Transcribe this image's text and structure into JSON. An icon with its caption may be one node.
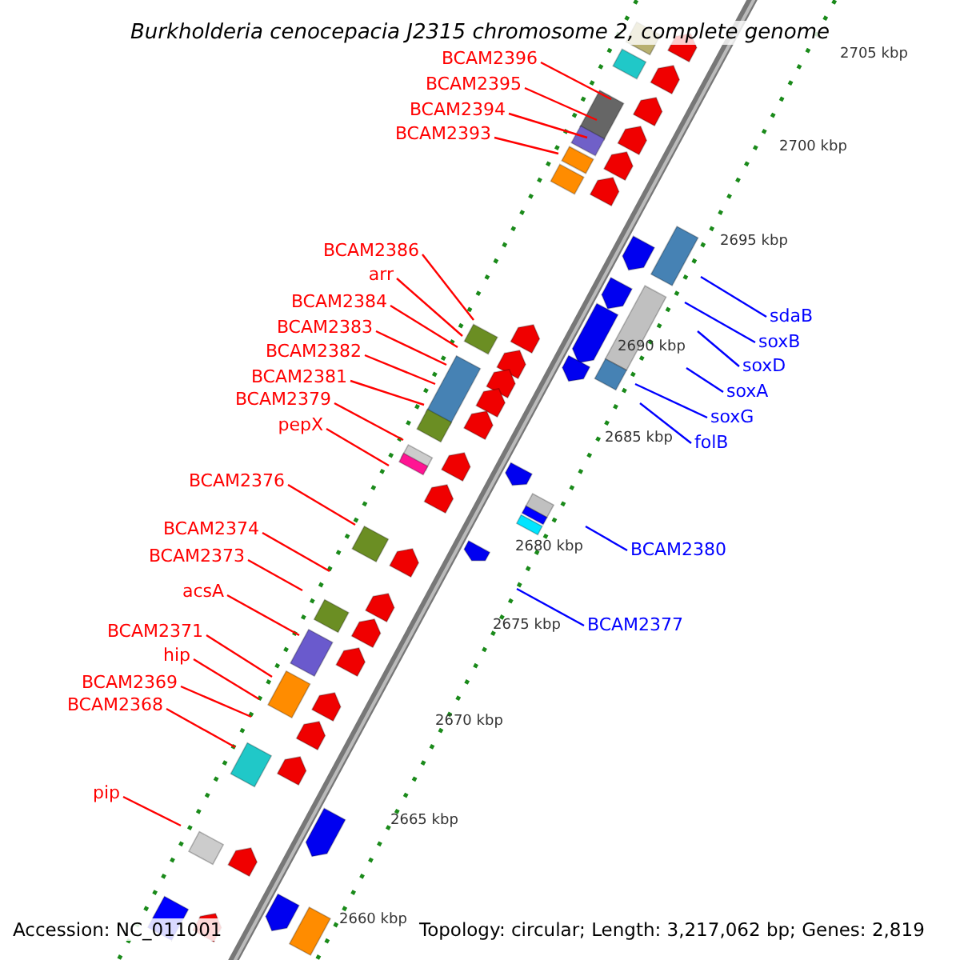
{
  "diagram": {
    "title": "Burkholderia cenocepacia J2315 chromosome 2, complete genome",
    "nodes": [
      {
        "text": [
          "BCAM2396"
        ]
      },
      {
        "text": [
          "BCAM2395"
        ]
      },
      {
        "text": [
          "BCAM2394"
        ]
      },
      {
        "text": [
          "BCAM2393"
        ]
      },
      {
        "text": [
          "BCAM2386"
        ]
      },
      {
        "text": [
          "arr"
        ]
      },
      {
        "text": [
          "BCAM2384"
        ]
      },
      {
        "text": [
          "BCAM2383"
        ]
      },
      {
        "text": [
          "BCAM2382"
        ]
      },
      {
        "text": [
          "BCAM2381"
        ]
      },
      {
        "text": [
          "BCAM2379"
        ]
      },
      {
        "text": [
          "pepX"
        ]
      },
      {
        "text": [
          "BCAM2376"
        ]
      },
      {
        "text": [
          "BCAM2374"
        ]
      },
      {
        "text": [
          "BCAM2373"
        ]
      },
      {
        "text": [
          "acsA"
        ]
      },
      {
        "text": [
          "BCAM2371"
        ]
      },
      {
        "text": [
          "hip"
        ]
      },
      {
        "text": [
          "BCAM2369"
        ]
      },
      {
        "text": [
          "BCAM2368"
        ]
      },
      {
        "text": [
          "pip"
        ]
      },
      {
        "text": [
          "sdaB"
        ]
      },
      {
        "text": [
          "soxB"
        ]
      },
      {
        "text": [
          "soxD"
        ]
      },
      {
        "text": [
          "soxA"
        ]
      },
      {
        "text": [
          "soxG"
        ]
      },
      {
        "text": [
          "folB"
        ]
      },
      {
        "text": [
          "BCAM2380"
        ]
      },
      {
        "text": [
          "BCAM2377"
        ]
      }
    ],
    "edges": [
      {
        "from": 0,
        "to": null,
        "arrow": "none"
      },
      {
        "from": 1,
        "to": null,
        "arrow": "none"
      },
      {
        "from": 2,
        "to": null,
        "arrow": "none"
      },
      {
        "from": 3,
        "to": null,
        "arrow": "none"
      },
      {
        "from": 4,
        "to": null,
        "arrow": "none"
      },
      {
        "from": 5,
        "to": null,
        "arrow": "none"
      },
      {
        "from": 6,
        "to": null,
        "arrow": "none"
      },
      {
        "from": 7,
        "to": null,
        "arrow": "none"
      },
      {
        "from": 8,
        "to": null,
        "arrow": "none"
      },
      {
        "from": 9,
        "to": null,
        "arrow": "none"
      },
      {
        "from": 10,
        "to": null,
        "arrow": "none"
      },
      {
        "from": 11,
        "to": null,
        "arrow": "none"
      },
      {
        "from": 12,
        "to": null,
        "arrow": "none"
      },
      {
        "from": 13,
        "to": null,
        "arrow": "none"
      },
      {
        "from": 14,
        "to": null,
        "arrow": "none"
      },
      {
        "from": 15,
        "to": null,
        "arrow": "none"
      },
      {
        "from": 16,
        "to": null,
        "arrow": "none"
      },
      {
        "from": 17,
        "to": null,
        "arrow": "none"
      },
      {
        "from": 18,
        "to": null,
        "arrow": "none"
      },
      {
        "from": 19,
        "to": null,
        "arrow": "none"
      },
      {
        "from": 20,
        "to": null,
        "arrow": "none"
      },
      {
        "from": 21,
        "to": null,
        "arrow": "none",
        "color": "#0000ff"
      },
      {
        "from": 22,
        "to": null,
        "arrow": "none",
        "color": "#0000ff"
      },
      {
        "from": 23,
        "to": null,
        "arrow": "none",
        "color": "#0000ff"
      },
      {
        "from": 24,
        "to": null,
        "arrow": "none",
        "color": "#0000ff"
      },
      {
        "from": 25,
        "to": null,
        "arrow": "none",
        "color": "#0000ff"
      },
      {
        "from": 26,
        "to": null,
        "arrow": "none",
        "color": "#0000ff"
      },
      {
        "from": 27,
        "to": null,
        "arrow": "none",
        "color": "#0000ff"
      },
      {
        "from": 28,
        "to": null,
        "arrow": "none",
        "color": "#0000ff"
      }
    ],
    "labels": [
      "2705 kbp",
      "2700 kbp",
      "2695 kbp",
      "2690 kbp",
      "2685 kbp",
      "2680 kbp",
      "2675 kbp",
      "2670 kbp",
      "2665 kbp",
      "2660 kbp",
      "Accession: NC_011001",
      "Topology: circular; Length: 3,217,062 bp; Genes: 2,819"
    ]
  }
}
